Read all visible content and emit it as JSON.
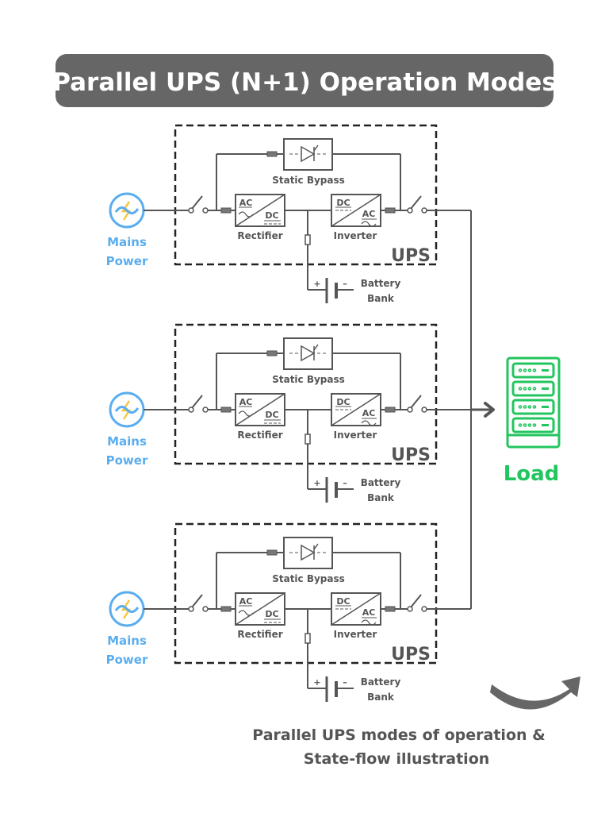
{
  "title": "Parallel UPS (N+1) Operation Modes",
  "ups_units": [
    {
      "source_line1": "Mains",
      "source_line2": "Power",
      "bypass": "Static Bypass",
      "rectifier": "Rectifier",
      "rectifier_in": "AC",
      "rectifier_out": "DC",
      "inverter": "Inverter",
      "inverter_in": "DC",
      "inverter_out": "AC",
      "unit_label": "UPS",
      "battery_line1": "Battery",
      "battery_line2": "Bank",
      "plus": "+",
      "minus": "–"
    },
    {
      "source_line1": "Mains",
      "source_line2": "Power",
      "bypass": "Static Bypass",
      "rectifier": "Rectifier",
      "rectifier_in": "AC",
      "rectifier_out": "DC",
      "inverter": "Inverter",
      "inverter_in": "DC",
      "inverter_out": "AC",
      "unit_label": "UPS",
      "battery_line1": "Battery",
      "battery_line2": "Bank",
      "plus": "+",
      "minus": "–"
    },
    {
      "source_line1": "Mains",
      "source_line2": "Power",
      "bypass": "Static Bypass",
      "rectifier": "Rectifier",
      "rectifier_in": "AC",
      "rectifier_out": "DC",
      "inverter": "Inverter",
      "inverter_in": "DC",
      "inverter_out": "AC",
      "unit_label": "UPS",
      "battery_line1": "Battery",
      "battery_line2": "Bank",
      "plus": "+",
      "minus": "–"
    }
  ],
  "load": {
    "label": "Load",
    "icon": "server-rack-icon"
  },
  "caption": {
    "line1": "Parallel UPS modes of operation &",
    "line2": "State-flow illustration"
  },
  "colors": {
    "line": "#555555",
    "mains": "#5aaef0",
    "load": "#22c55e",
    "banner": "#666666",
    "bolt": "#f5c842"
  }
}
